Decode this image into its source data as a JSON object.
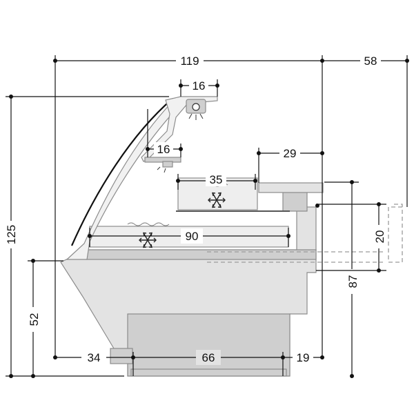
{
  "dimensions": {
    "overall_width": "119",
    "rear_extension": "58",
    "top_lamp_width": "16",
    "lamp_width": "16",
    "rear_shelf_offset": "29",
    "upper_shelf_width": "35",
    "lower_shelf_width": "90",
    "overall_height": "125",
    "front_height": "52",
    "counter_height": "87",
    "drawer_height": "20",
    "front_overhang": "34",
    "base_width": "66",
    "rear_overhang": "19"
  },
  "colors": {
    "line": "#111111",
    "body": "#e3e3e3",
    "body_dark": "#cfcfcf",
    "ghost": "#9a9a9a"
  },
  "icons": [
    "snowflake-icon",
    "snowflake-icon",
    "lamp-icon"
  ]
}
